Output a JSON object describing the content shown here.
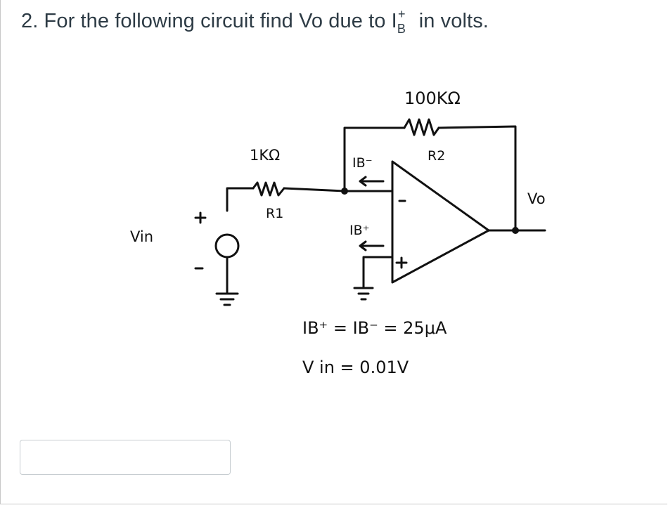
{
  "question": {
    "prefix": "2. For the following circuit find Vo due to I",
    "sub": "B",
    "sup": "+",
    "suffix": " in volts."
  },
  "circuit": {
    "r2_value": "100KΩ",
    "r2_name": "R2",
    "r1_value": "1KΩ",
    "r1_name": "R1",
    "ib_minus": "IB⁻",
    "ib_plus": "IB⁺",
    "vin": "Vin",
    "vo": "Vo",
    "src_plus": "+",
    "src_minus": "-",
    "amp_minus": "-",
    "amp_plus": "+",
    "given_1": "IB⁺ = IB⁻ = 25μA",
    "given_2": "V in = 0.01V"
  },
  "answer": {
    "value": "",
    "placeholder": ""
  }
}
